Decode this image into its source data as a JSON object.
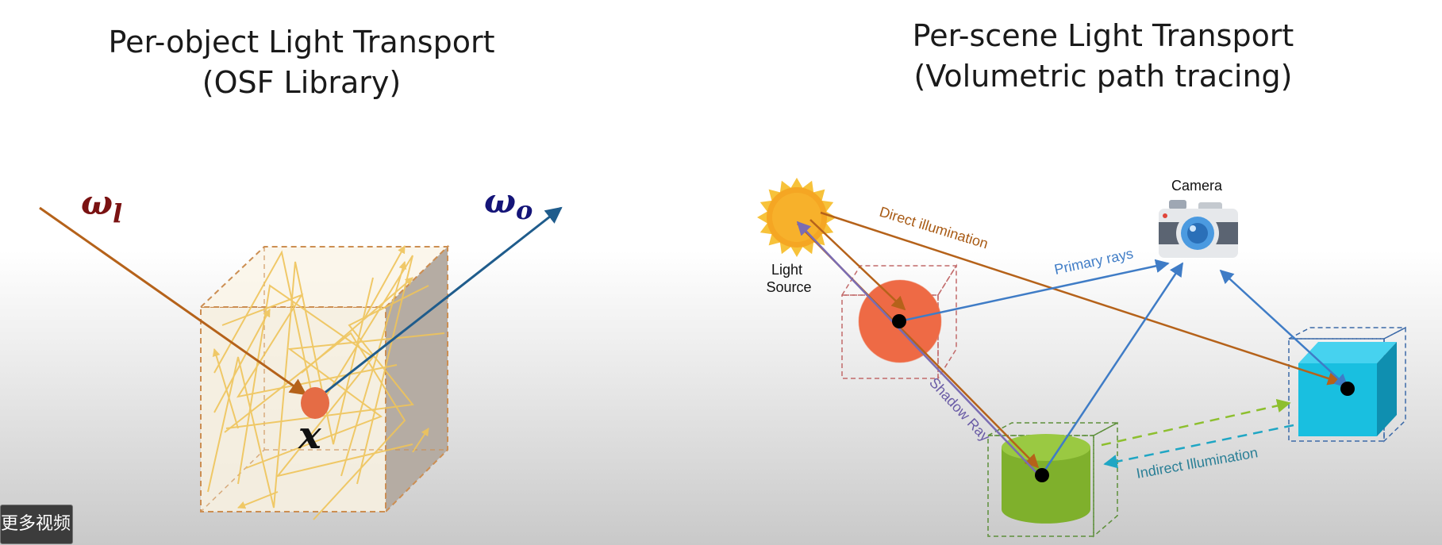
{
  "left_panel": {
    "title_line1": "Per-object Light Transport",
    "title_line2": "(OSF Library)",
    "omega_l": "ω",
    "omega_l_sub": "l",
    "omega_o": "ω",
    "omega_o_sub": "o",
    "point_label": "x"
  },
  "right_panel": {
    "title_line1": "Per-scene Light Transport",
    "title_line2": "(Volumetric path tracing)",
    "light_source_line1": "Light",
    "light_source_line2": "Source",
    "camera_label": "Camera",
    "direct_illumination": "Direct illumination",
    "primary_rays": "Primary rays",
    "shadow_ray": "Shadow Ray",
    "indirect_illumination": "Indirect Illumination"
  },
  "overlay": {
    "more_videos": "更多视频"
  },
  "colors": {
    "incoming_ray": "#b5621a",
    "outgoing_ray": "#1f5c8c",
    "omega_l_color": "#7a1212",
    "omega_o_color": "#141478",
    "primary_ray": "#3f7cc6",
    "shadow_ray": "#7a6cb3",
    "indirect_green": "#8dbf2e",
    "indirect_cyan": "#1fa6c4",
    "sphere": "#ee6a45",
    "cylinder": "#7fb02c",
    "cube": "#19bfe0",
    "sun": "#f7b12b"
  }
}
